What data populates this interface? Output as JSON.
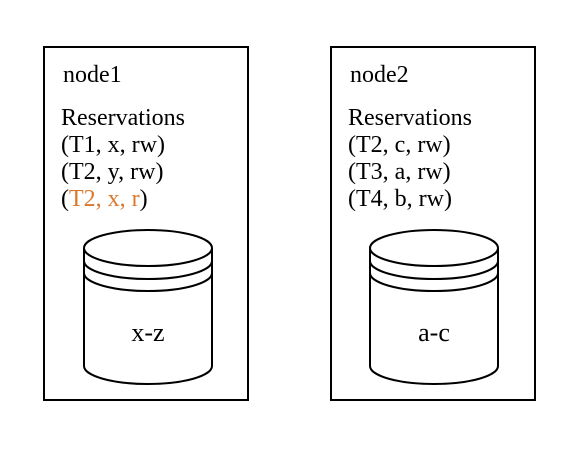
{
  "colors": {
    "highlight": "#d9782d",
    "stroke": "#000000"
  },
  "nodes": [
    {
      "title": "node1",
      "reservations_heading": "Reservations",
      "reservations": [
        {
          "open": "(",
          "text": "T1, x, rw",
          "close": ")",
          "highlight": false
        },
        {
          "open": "(",
          "text": "T2, y, rw",
          "close": ")",
          "highlight": false
        },
        {
          "open": "(",
          "text": "T2, x, r",
          "close": ")",
          "highlight": true
        }
      ],
      "database_label": "x-z"
    },
    {
      "title": "node2",
      "reservations_heading": "Reservations",
      "reservations": [
        {
          "open": "(",
          "text": "T2, c, rw",
          "close": ")",
          "highlight": false
        },
        {
          "open": "(",
          "text": "T3, a, rw",
          "close": ")",
          "highlight": false
        },
        {
          "open": "(",
          "text": "T4, b, rw",
          "close": ")",
          "highlight": false
        }
      ],
      "database_label": "a-c"
    }
  ]
}
